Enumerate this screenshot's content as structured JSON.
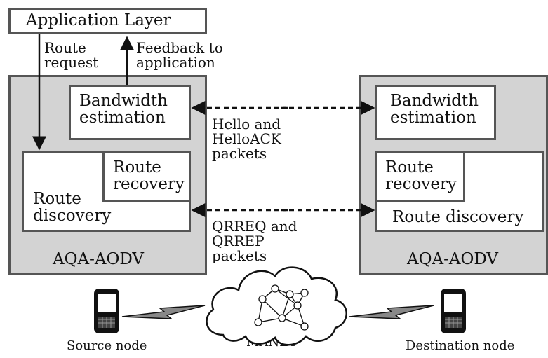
{
  "app_layer": {
    "label": "Application Layer"
  },
  "left_column": {
    "route_request": "Route\nrequest",
    "feedback": "Feedback to\napplication"
  },
  "left_module": {
    "bandwidth": "Bandwidth\nestimation",
    "route_recovery": "Route\nrecovery",
    "route_discovery": "Route\ndiscovery",
    "name": "AQA-AODV"
  },
  "right_module": {
    "bandwidth": "Bandwidth\nestimation",
    "route_recovery": "Route\nrecovery",
    "route_discovery": "Route discovery",
    "name": "AQA-AODV"
  },
  "messages": {
    "hello": "Hello and\nHelloACK\npackets",
    "qrreq": "QRREQ and\nQRREP\npackets"
  },
  "network": {
    "cloud_label": "MANET",
    "source": "Source node",
    "destination": "Destination node"
  },
  "colors": {
    "module_fill": "#d3d3d3",
    "border": "#555555",
    "lightning": "#888888"
  }
}
